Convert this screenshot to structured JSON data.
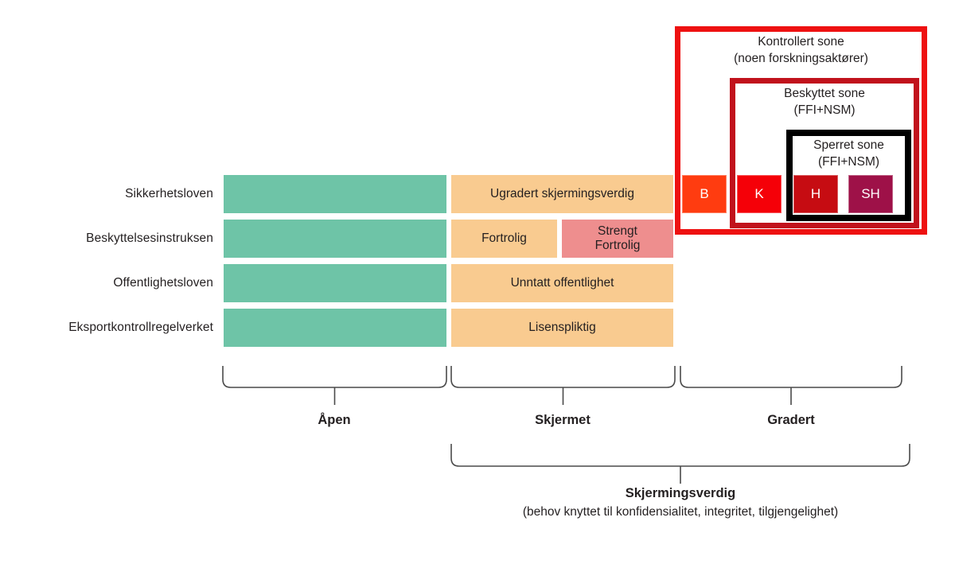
{
  "matrix": {
    "row_labels": [
      "Sikkerhetsloven",
      "Beskyttelsesinstruksen",
      "Offentlighetsloven",
      "Eksportkontrollregelverket"
    ],
    "cells": {
      "ugradert": "Ugradert skjermingsverdig",
      "fortrolig": "Fortrolig",
      "strengt_fortrolig": "Strengt Fortrolig",
      "unntatt": "Unntatt offentlighet",
      "lisenspliktig": "Lisenspliktig"
    }
  },
  "zones": {
    "outer": {
      "title": "Kontrollert sone",
      "subtitle": "(noen forskningsaktører)",
      "border_color": "#ee1111"
    },
    "middle": {
      "title": "Beskyttet sone",
      "subtitle": "(FFI+NSM)",
      "border_color": "#c1121c"
    },
    "inner": {
      "title": "Sperret sone",
      "subtitle": "(FFI+NSM)",
      "border_color": "#000000"
    }
  },
  "classification_squares": [
    {
      "label": "B",
      "color": "#ff3c10"
    },
    {
      "label": "K",
      "color": "#f50008"
    },
    {
      "label": "H",
      "color": "#c60c12"
    },
    {
      "label": "SH",
      "color": "#9e1148"
    }
  ],
  "braces": {
    "open": "Åpen",
    "skjermet": "Skjermet",
    "gradert": "Gradert"
  },
  "bottom_brace": {
    "title": "Skjermingsverdig",
    "subtitle": "(behov knyttet til konfidensialitet, integritet, tilgjengelighet)"
  },
  "colors": {
    "open_bar": "#6ec4a7",
    "shielded_bar": "#f9cb90",
    "strengt_fortrolig_bar": "#ee8e8e",
    "text": "#231f20",
    "brace_stroke": "#4a4a4a"
  }
}
